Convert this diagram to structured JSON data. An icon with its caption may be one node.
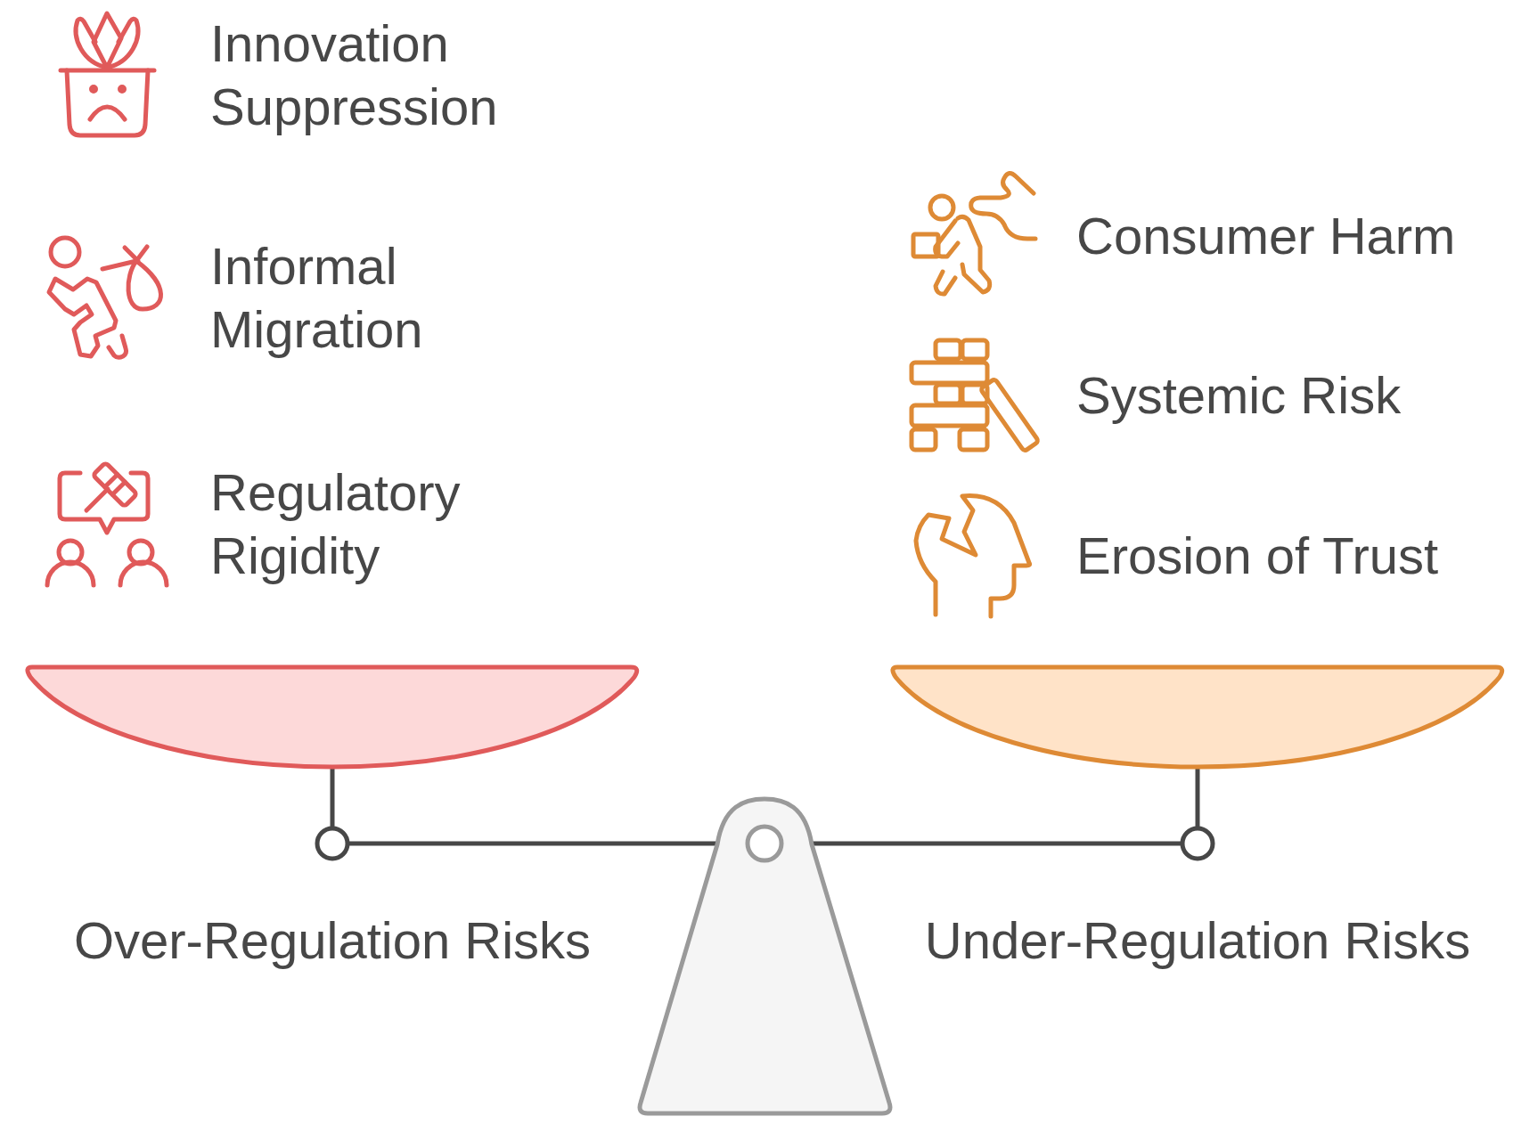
{
  "diagram": {
    "labels": [
      "Innovation Suppression",
      "Informal Migration",
      "Regulatory Rigidity",
      "Consumer Harm",
      "Systemic Risk",
      "Erosion of Trust",
      "Over-Regulation Risks",
      "Under-Regulation Risks"
    ]
  }
}
